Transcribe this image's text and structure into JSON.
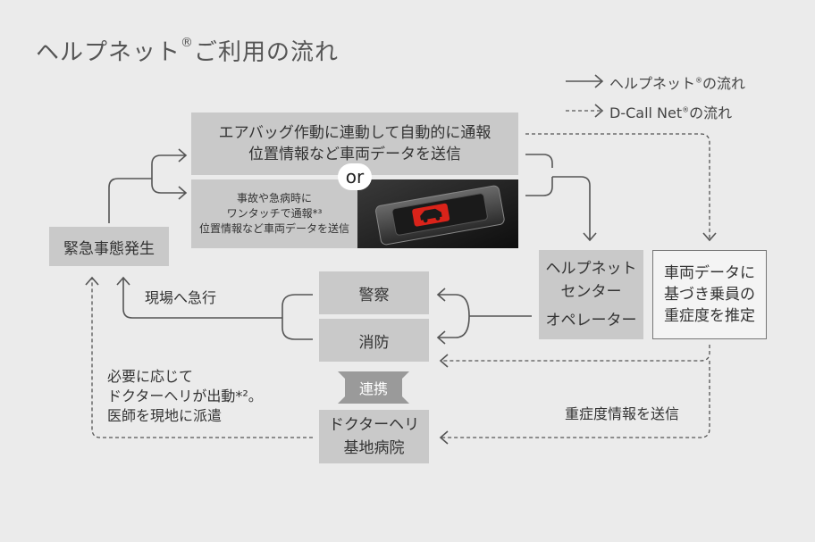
{
  "title": {
    "main": "ヘルプネット",
    "reg": "®",
    "rest": "ご利用の流れ"
  },
  "legend": {
    "solid_main": "ヘルプネット",
    "solid_reg": "®",
    "solid_rest": "の流れ",
    "dashed_main": "D-Call Net",
    "dashed_reg": "®",
    "dashed_rest": "の流れ"
  },
  "nodes": {
    "airbag_line1": "エアバッグ作動に連動して自動的に通報",
    "airbag_line2": "位置情報など車両データを送信",
    "or": "or",
    "manual_line1": "事故や急病時に",
    "manual_line2": "ワンタッチで通報*³",
    "manual_line3": "位置情報など車両データを送信",
    "emergency": "緊急事態発生",
    "center_line1": "ヘルプネット",
    "center_line2": "センター",
    "center_line3": "オペレーター",
    "vehicle_line1": "車両データに",
    "vehicle_line2": "基づき乗員の",
    "vehicle_line3": "重症度を推定",
    "police": "警察",
    "fire": "消防",
    "cooperation": "連携",
    "hospital_line1": "ドクターヘリ",
    "hospital_line2": "基地病院"
  },
  "labels": {
    "rush": "現場へ急行",
    "doctor_line1": "必要に応じて",
    "doctor_line2": "ドクターヘリが出動*²。",
    "doctor_line3": "医師を現地に派遣",
    "send_severity": "重症度情報を送信"
  },
  "colors": {
    "box_gray": "#c9c9c9",
    "button_red": "#d9231a",
    "arrow": "#555555"
  }
}
